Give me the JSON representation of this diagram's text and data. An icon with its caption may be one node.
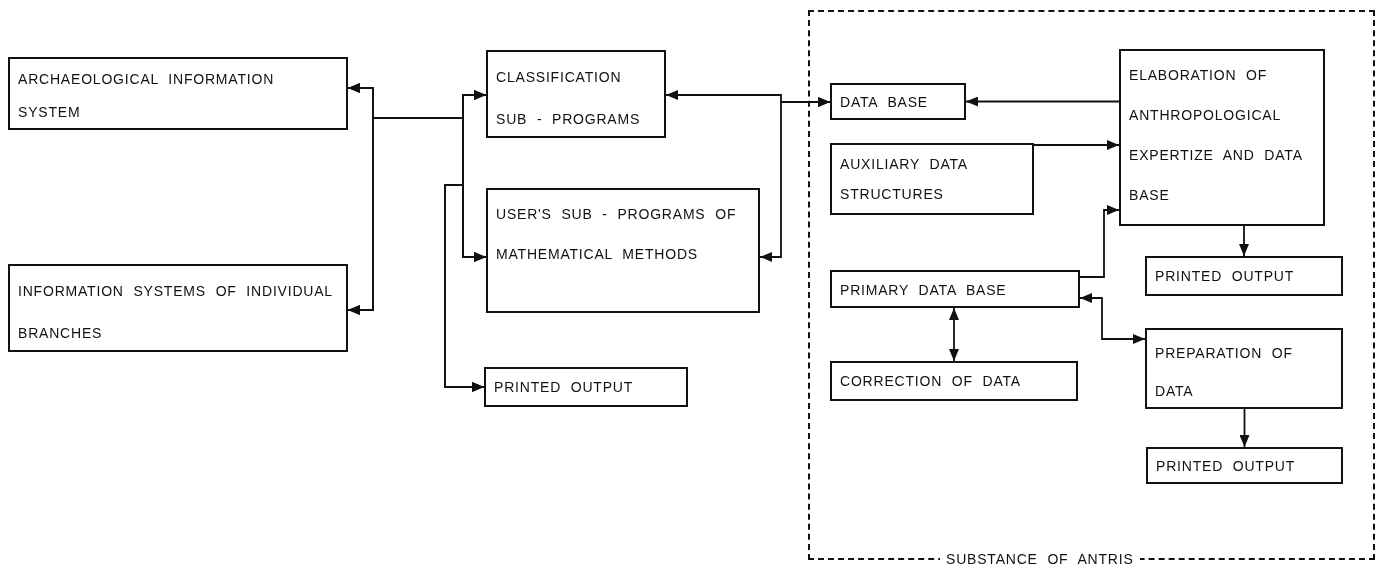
{
  "diagram": {
    "nodes": [
      {
        "text": [
          "ARCHAEOLOGICAL INFORMATION SYSTEM"
        ]
      },
      {
        "text": [
          "INFORMATION SYSTEMS OF INDIVIDUAL BRANCHES"
        ]
      },
      {
        "text": [
          "CLASSIFICATION SUB - PROGRAMS"
        ]
      },
      {
        "text": [
          "USER'S SUB - PROGRAMS OF MATHEMATICAL METHODS"
        ]
      },
      {
        "text": [
          "PRINTED OUTPUT"
        ]
      },
      {
        "text": [
          "SUBSTANCE OF ANTRIS"
        ]
      },
      {
        "text": [
          "DATA BASE"
        ],
        "in": 5
      },
      {
        "text": [
          "ELABORATION OF ANTHROPOLOGICAL EXPERTIZE AND DATA BASE"
        ],
        "in": 5
      },
      {
        "text": [
          "AUXILIARY DATA STRUCTURES"
        ],
        "in": 5
      },
      {
        "text": [
          "PRIMARY DATA BASE"
        ],
        "in": 5
      },
      {
        "text": [
          "PRINTED OUTPUT"
        ],
        "in": 5
      },
      {
        "text": [
          "CORRECTION OF DATA"
        ],
        "in": 5
      },
      {
        "text": [
          "PREPARATION OF DATA"
        ],
        "in": 5
      },
      {
        "text": [
          "PRINTED OUTPUT"
        ],
        "in": 5
      }
    ],
    "edges": [
      {
        "from": 0,
        "to": 2,
        "arrow": "both"
      },
      {
        "from": 0,
        "to": 3,
        "arrow": "both"
      },
      {
        "from": 1,
        "to": 2,
        "arrow": "both"
      },
      {
        "from": 1,
        "to": 3,
        "arrow": "both"
      },
      {
        "from": 2,
        "to": 4,
        "arrow": "to"
      },
      {
        "from": 3,
        "to": 4,
        "arrow": "to"
      },
      {
        "from": 2,
        "to": 6,
        "arrow": "both"
      },
      {
        "from": 3,
        "to": 6,
        "arrow": "both"
      },
      {
        "from": 7,
        "to": 6,
        "arrow": "to"
      },
      {
        "from": 8,
        "to": 7,
        "arrow": "to"
      },
      {
        "from": 9,
        "to": 7,
        "arrow": "to"
      },
      {
        "from": 7,
        "to": 10,
        "arrow": "to"
      },
      {
        "from": 9,
        "to": 11,
        "arrow": "both"
      },
      {
        "from": 9,
        "to": 12,
        "arrow": "both"
      },
      {
        "from": 12,
        "to": 13,
        "arrow": "to"
      }
    ]
  }
}
